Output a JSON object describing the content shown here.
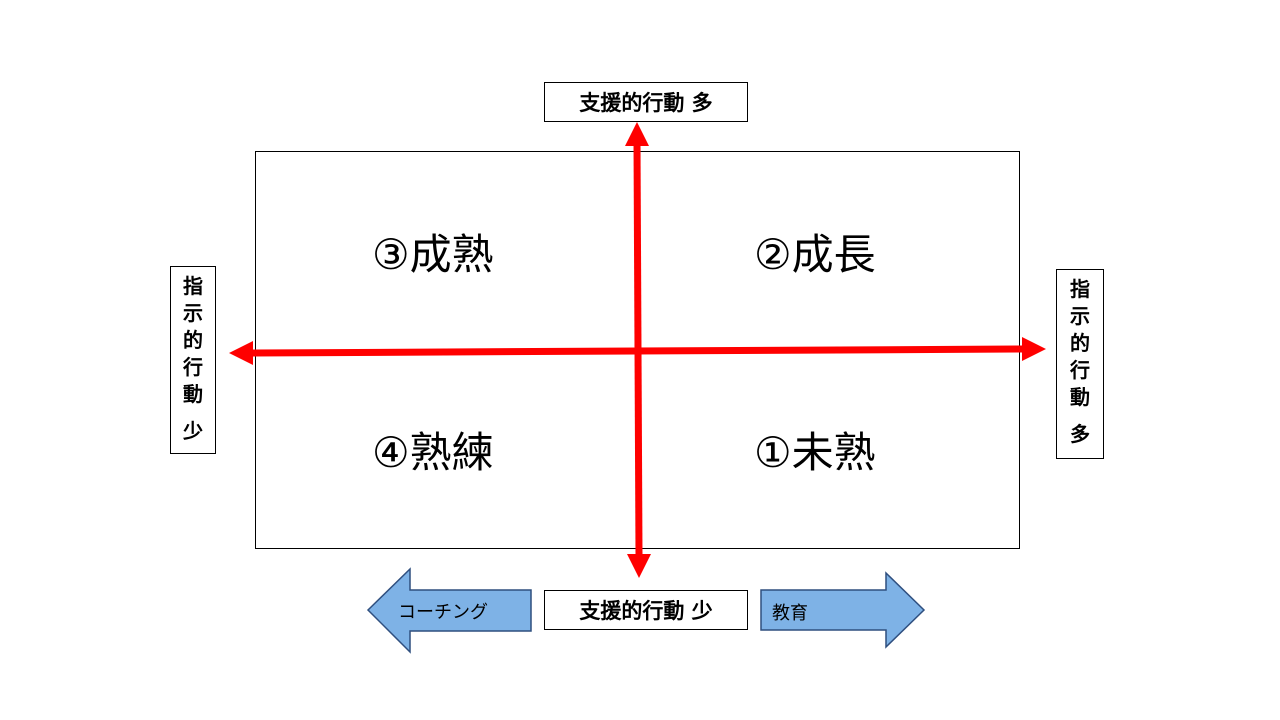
{
  "axes": {
    "top_label": "支援的行動 多",
    "bottom_label": "支援的行動 少",
    "left_label_chars": [
      "指",
      "示",
      "的",
      "行",
      "動",
      "少"
    ],
    "right_label_chars": [
      "指",
      "示",
      "的",
      "行",
      "動",
      "多"
    ]
  },
  "quadrants": {
    "q3": "③成熟",
    "q2": "②成長",
    "q4": "④熟練",
    "q1": "①未熟"
  },
  "arrows": {
    "left_block": "コーチング",
    "right_block": "教育"
  },
  "colors": {
    "axis_arrow": "#ff0000",
    "block_arrow_fill": "#7eb2e6",
    "block_arrow_stroke": "#2f4f7f"
  }
}
